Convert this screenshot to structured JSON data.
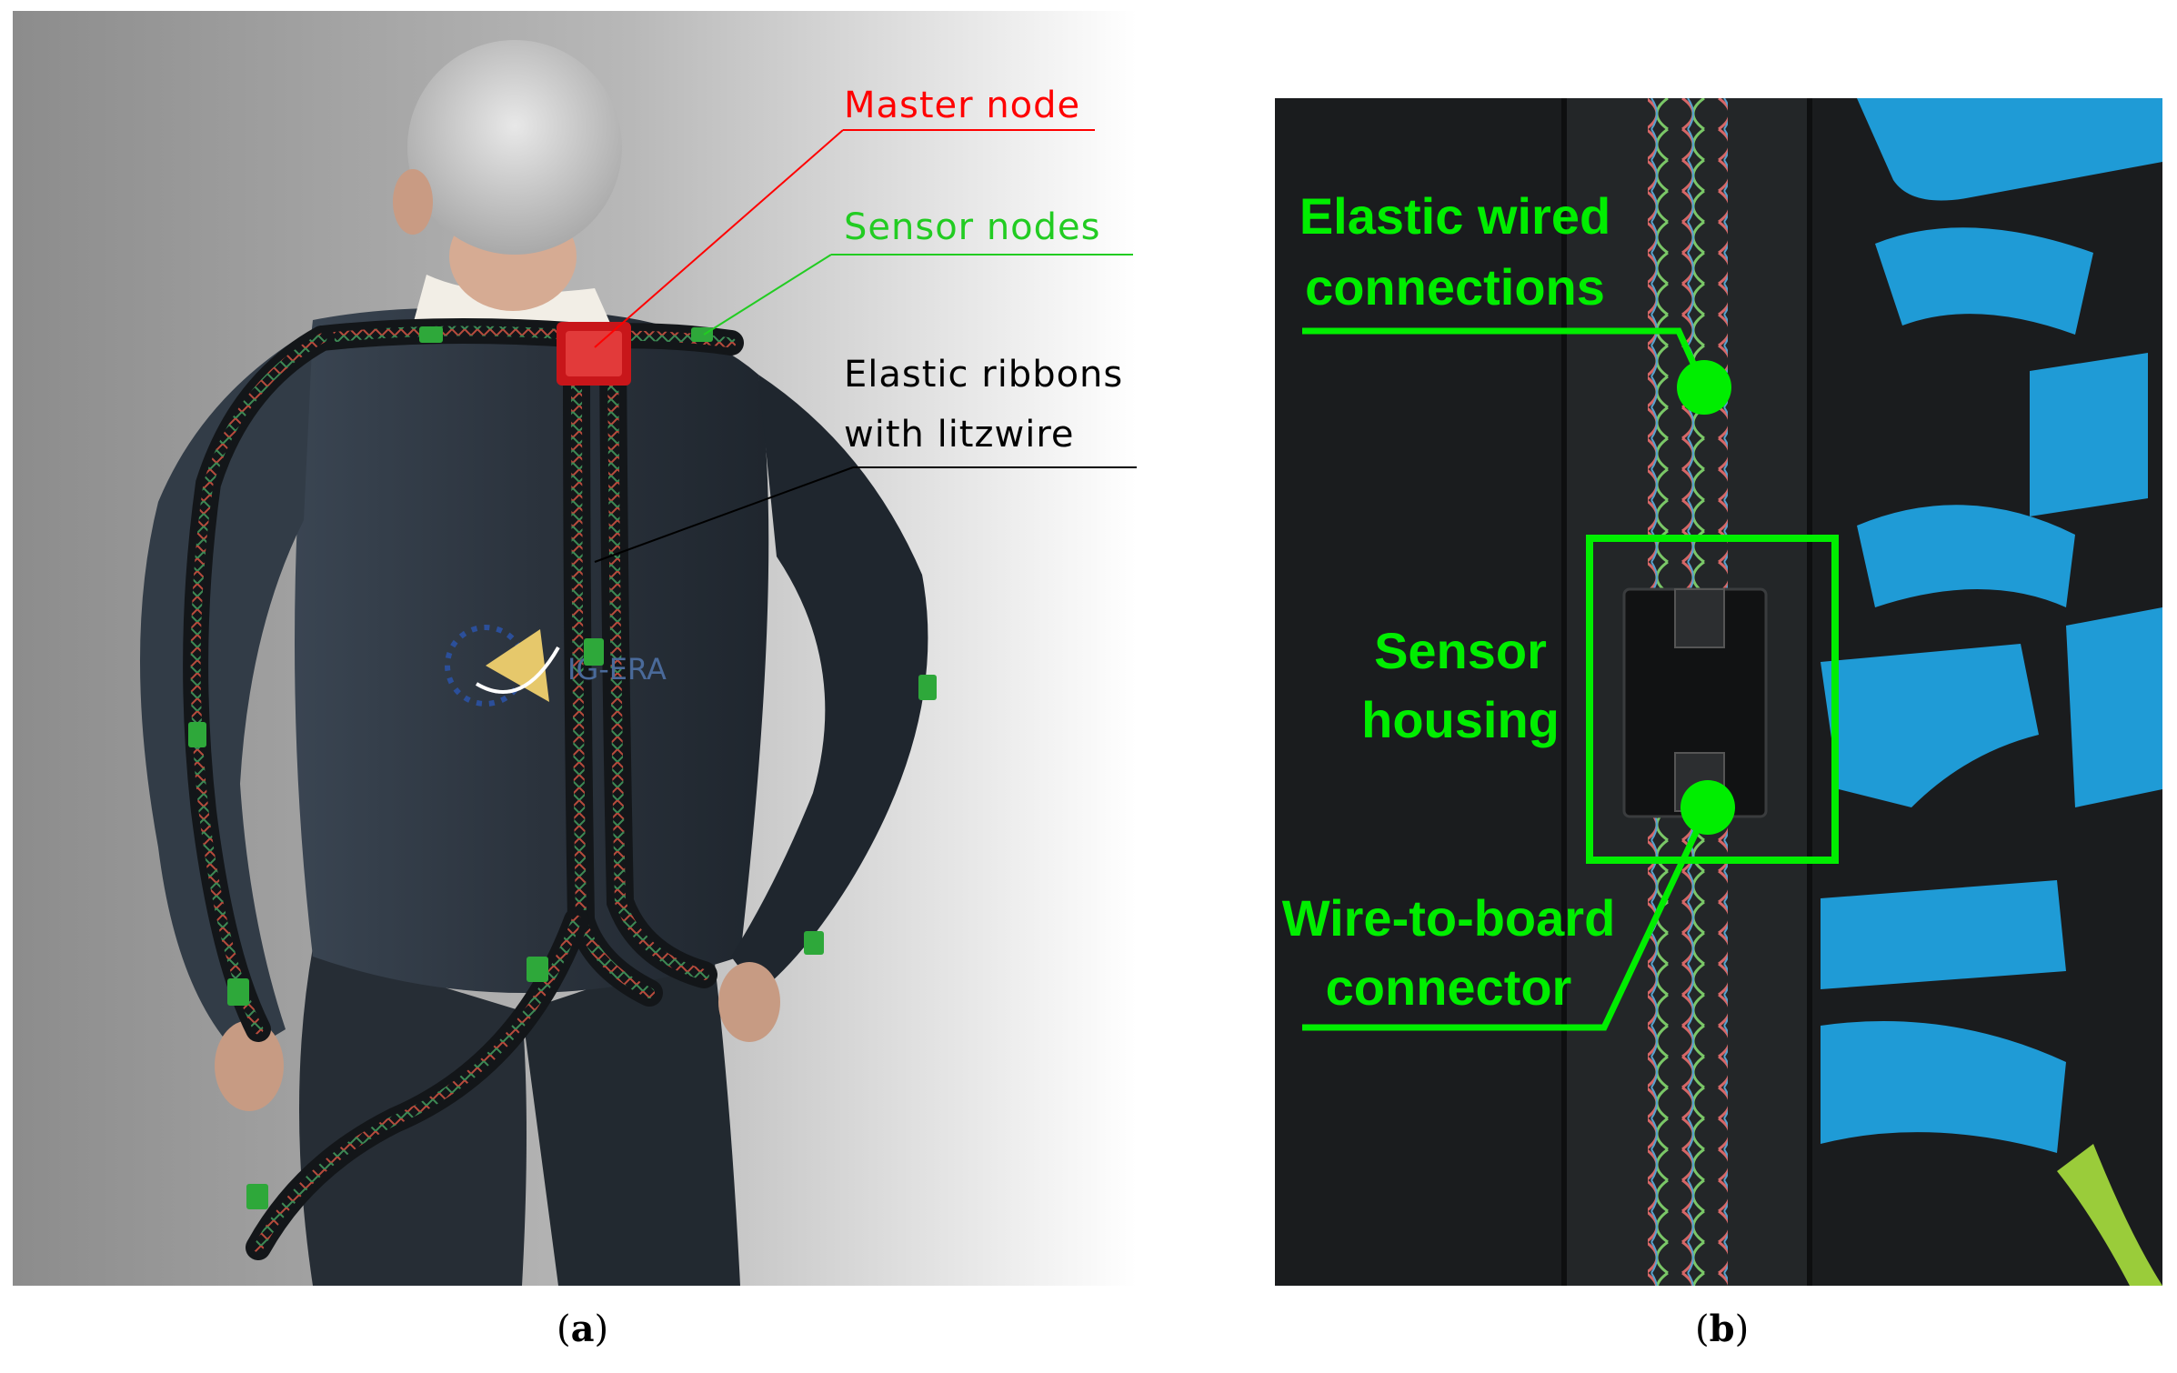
{
  "panel_a": {
    "labels": {
      "master_node": "Master node",
      "sensor_nodes": "Sensor nodes",
      "ribbons_line1": "Elastic ribbons",
      "ribbons_line2": "with litzwire"
    },
    "logo_text": "IG-ERA",
    "caption_open": "(",
    "caption_letter": "a",
    "caption_close": ")"
  },
  "panel_b": {
    "labels": {
      "elastic_wired_line1": "Elastic wired",
      "elastic_wired_line2": "connections",
      "sensor_housing_line1": "Sensor",
      "sensor_housing_line2": "housing",
      "wire_to_board_line1": "Wire-to-board",
      "wire_to_board_line2": "connector"
    },
    "caption_open": "(",
    "caption_letter": "b",
    "caption_close": ")"
  },
  "colors": {
    "master_red": "#ff0000",
    "sensor_green": "#22cc22",
    "annotation_green": "#00ee00",
    "suit_dark": "#2a333d",
    "fabric_black": "#1a1c1e",
    "print_blue": "#1f9bd6"
  },
  "icons": [
    "master-node-icon",
    "sensor-node-icon",
    "logo-stars-icon"
  ]
}
